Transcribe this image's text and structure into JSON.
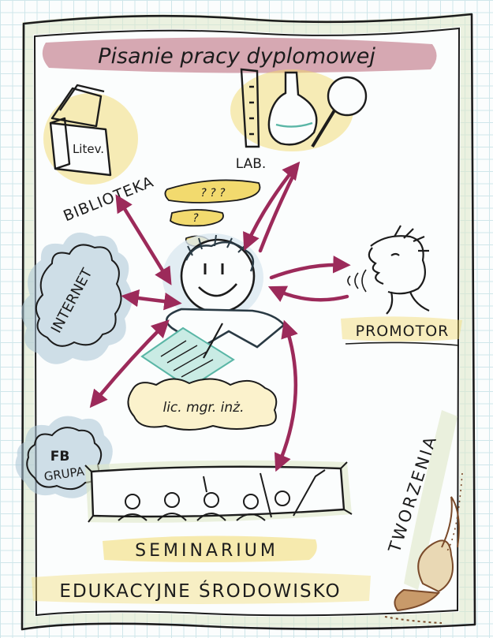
{
  "title": "Pisanie pracy dyplomowej",
  "nodes": {
    "library_book": "Litev.",
    "library": "BIBLIOTEKA",
    "lab": "LAB.",
    "internet": "INTERNET",
    "promotor": "PROMOTOR",
    "degrees": "lic. mgr. inż.",
    "fb_group_line1": "FB",
    "fb_group_line2": "GRUPA",
    "seminar": "SEMINARIUM"
  },
  "thoughts": [
    "? ? ?",
    "?"
  ],
  "footer": {
    "environment": "EDUKACYJNE ŚRODOWISKO",
    "creation": "TWORZENIA"
  },
  "colors": {
    "ink": "#1c1c1c",
    "arrow": "#9c2a5a",
    "title_band": "#c98b98",
    "frame_fill": "#d9e2c2",
    "yellow": "#f2da6e",
    "cloud": "#a9c4d6",
    "paper": "#5ab6a6",
    "moth": "#7a4a2a"
  }
}
